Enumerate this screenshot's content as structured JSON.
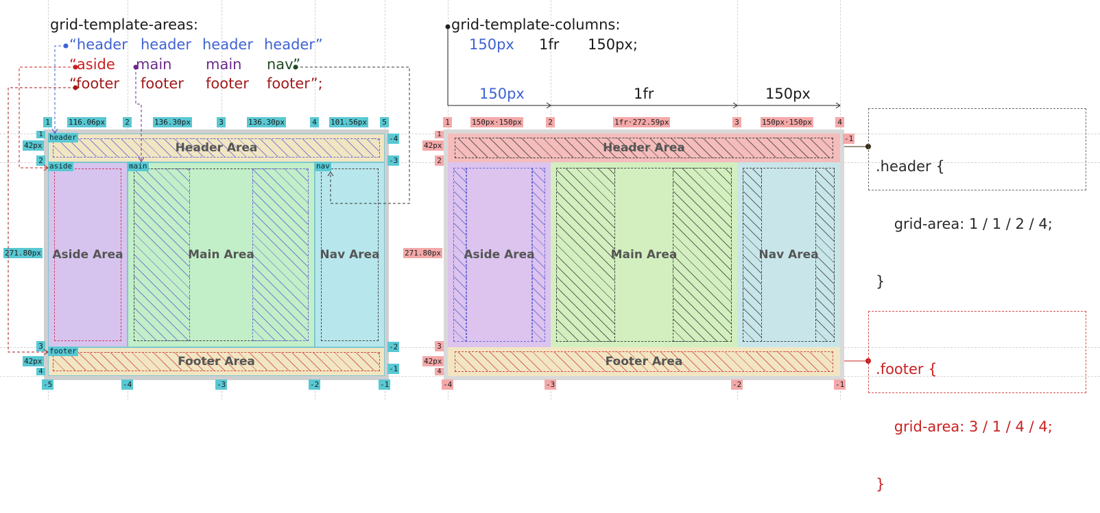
{
  "left_panel": {
    "code": {
      "title": "grid-template-areas:",
      "row1": [
        "“header",
        "header",
        "header",
        "header”"
      ],
      "row2": [
        "“aside",
        "main",
        "main",
        "nav”"
      ],
      "row3": [
        "“footer",
        "footer",
        "footer",
        "footer”;"
      ]
    },
    "col_lines": [
      "1",
      "2",
      "3",
      "4",
      "5"
    ],
    "col_lines_neg": [
      "-5",
      "-4",
      "-3",
      "-2",
      "-1"
    ],
    "col_sizes": [
      "116.06px",
      "136.30px",
      "136.30px",
      "101.56px"
    ],
    "row_lines": [
      "1",
      "2",
      "3",
      "4"
    ],
    "row_lines_neg": [
      "-4",
      "-3",
      "-2",
      "-1"
    ],
    "row_sizes": [
      "42px",
      "271.80px",
      "42px"
    ],
    "area_tags": [
      "header",
      "aside",
      "main",
      "nav",
      "footer"
    ],
    "areas": {
      "header": "Header Area",
      "aside": "Aside Area",
      "main": "Main Area",
      "nav": "Nav Area",
      "footer": "Footer Area"
    }
  },
  "right_panel": {
    "code": {
      "title": "grid-template-columns:",
      "values": [
        "150px",
        "1fr",
        "150px;"
      ]
    },
    "track_labels": [
      "150px",
      "1fr",
      "150px"
    ],
    "col_lines": [
      "1",
      "2",
      "3",
      "4"
    ],
    "col_lines_neg": [
      "-4",
      "-3",
      "-2",
      "-1"
    ],
    "col_sizes": [
      "150px·150px",
      "1fr·272.59px",
      "150px·150px"
    ],
    "row_lines": [
      "1",
      "2",
      "3",
      "4"
    ],
    "row_lines_neg": [
      "-1"
    ],
    "row_sizes": [
      "42px",
      "271.80px",
      "42px"
    ],
    "areas": {
      "header": "Header Area",
      "aside": "Aside Area",
      "main": "Main Area",
      "nav": "Nav Area",
      "footer": "Footer Area"
    }
  },
  "css_rules": {
    "header": {
      "selector": ".header {",
      "declaration": "    grid-area: 1 / 1 / 2 / 4;",
      "close": "}"
    },
    "footer": {
      "selector": ".footer {",
      "declaration": "    grid-area: 3 / 1 / 4 / 4;",
      "close": "}"
    }
  },
  "colors": {
    "cyan": "#59c8d3",
    "pink": "#f4a9a9",
    "aside": "#d6c4ef",
    "main": "#c2efc8",
    "nav": "#b7e7ec",
    "header": "#f5bcbc",
    "footer": "#f2e6c2"
  }
}
